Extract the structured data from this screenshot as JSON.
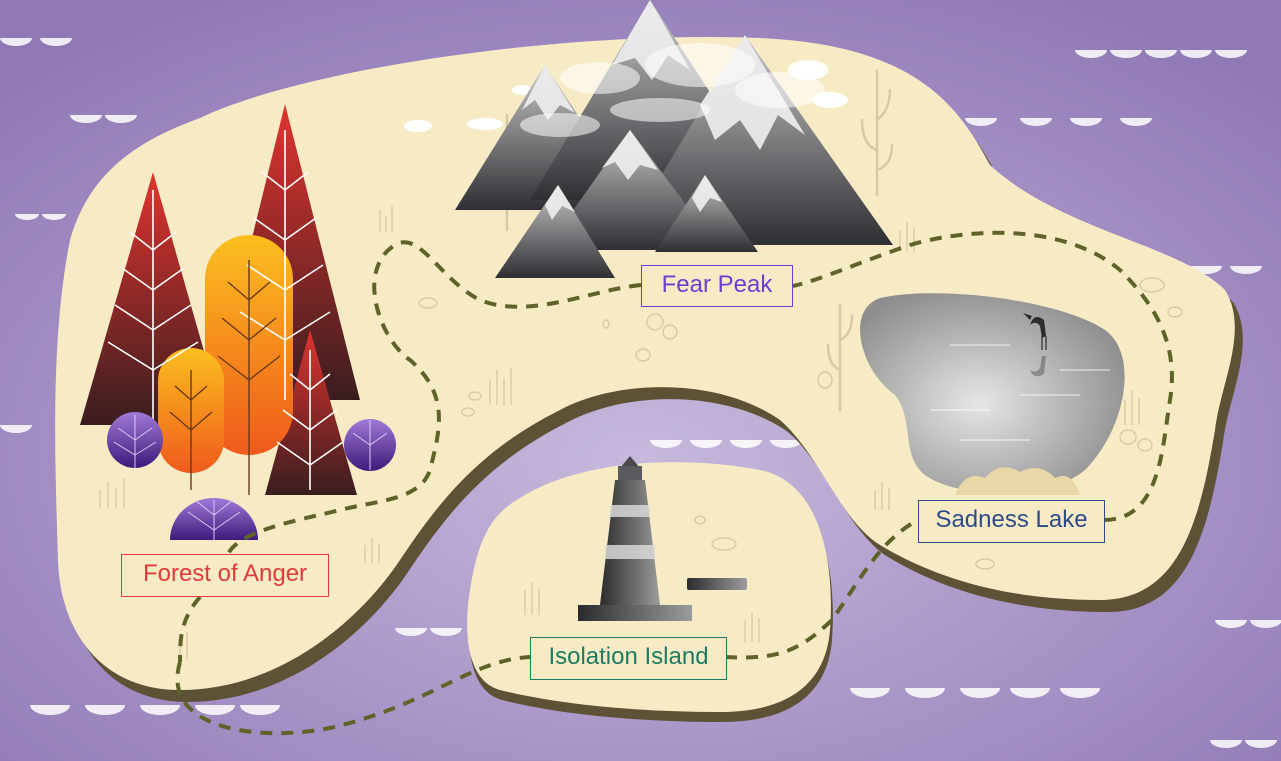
{
  "colors": {
    "sea": "#9b86be",
    "land": "#f7ebc6",
    "land_shadow": "#5d5236",
    "path": "#5e6428",
    "fear_label": "#6a3fd0",
    "forest_label": "#e03a3a",
    "sadness_label": "#2d4a8a",
    "isolation_label": "#1f7a63"
  },
  "map": {
    "locations": [
      {
        "id": "fear",
        "label": "Fear Peak",
        "icon": "mountains-icon"
      },
      {
        "id": "forest",
        "label": "Forest of Anger",
        "icon": "trees-icon"
      },
      {
        "id": "sadness",
        "label": "Sadness Lake",
        "icon": "lake-icon"
      },
      {
        "id": "isolation",
        "label": "Isolation Island",
        "icon": "lighthouse-icon"
      }
    ]
  }
}
